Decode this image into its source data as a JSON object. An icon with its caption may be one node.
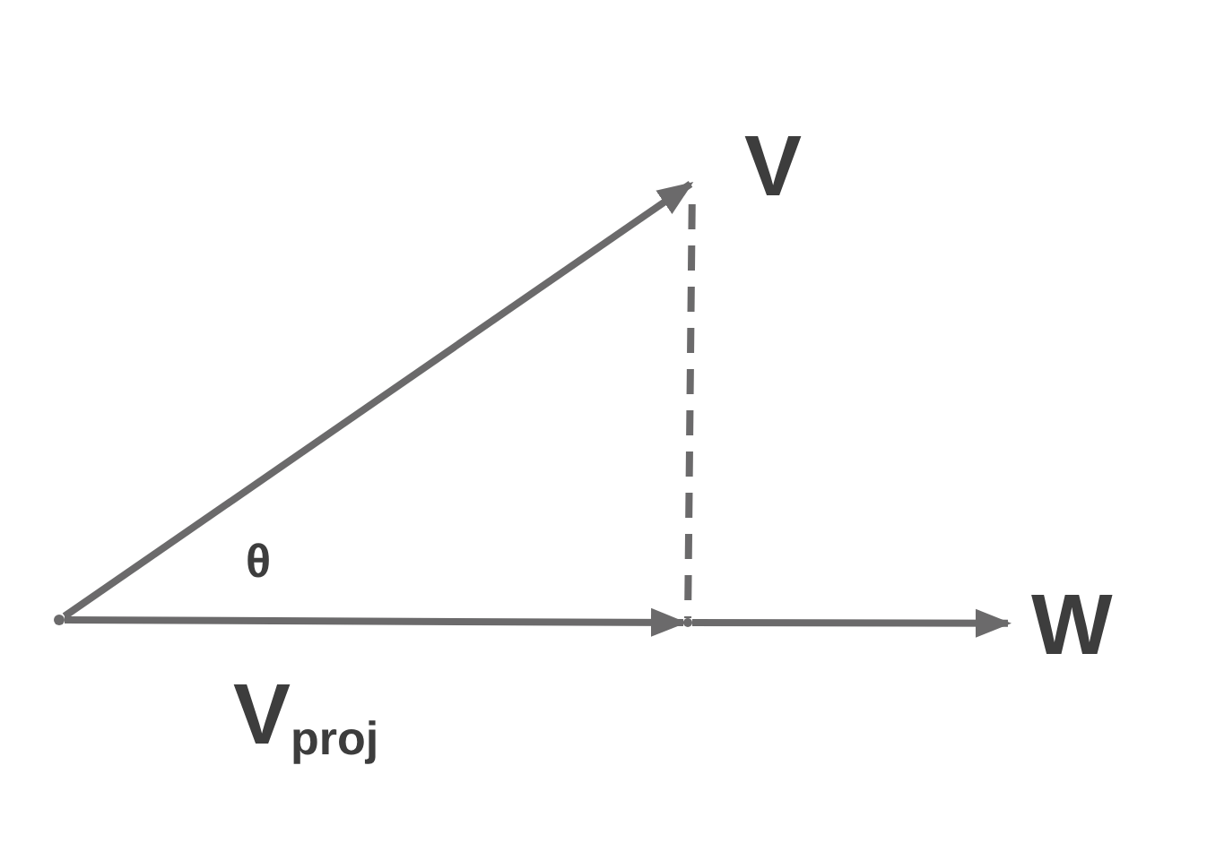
{
  "diagram": {
    "nodes": [
      {
        "text": [],
        "shape": "point"
      },
      {
        "text": [
          "V"
        ]
      },
      {
        "text": [
          "W"
        ]
      },
      {
        "text": [],
        "shape": "point"
      }
    ],
    "edges": [
      {
        "from": 0,
        "to": 1,
        "arrow": "to"
      },
      {
        "from": 0,
        "to": 3,
        "arrow": "to",
        "label": "V$_{proj}$"
      },
      {
        "from": 3,
        "to": 2,
        "arrow": "to"
      },
      {
        "from": 1,
        "to": 3,
        "arrow": "none",
        "style": "dashed"
      }
    ],
    "labels": [
      "θ"
    ]
  }
}
